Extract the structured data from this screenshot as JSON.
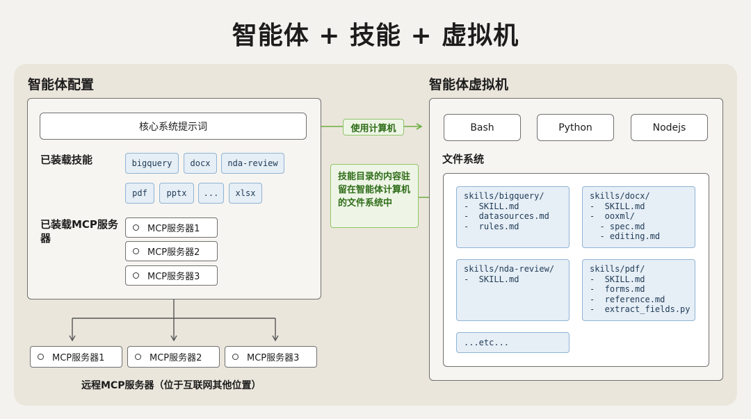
{
  "title": "智能体 + 技能 + 虚拟机",
  "agent_config": {
    "heading": "智能体配置",
    "system_prompt": "核心系统提示词",
    "skills_label": "已装载技能",
    "skills": [
      "bigquery",
      "docx",
      "nda-review",
      "pdf",
      "pptx",
      "...",
      "xlsx"
    ],
    "mcp_label": "已装载MCP服务器",
    "mcp_servers": [
      "MCP服务器1",
      "MCP服务器2",
      "MCP服务器3"
    ]
  },
  "remote": {
    "servers": [
      "MCP服务器1",
      "MCP服务器2",
      "MCP服务器3"
    ],
    "caption": "远程MCP服务器（位于互联网其他位置）"
  },
  "arrows": {
    "use_computer": "使用计算机",
    "skills_dir_note": "技能目录的内容驻留在智能体计算机的文件系统中"
  },
  "vm": {
    "heading": "智能体虚拟机",
    "runtimes": [
      "Bash",
      "Python",
      "Nodejs"
    ],
    "fs_label": "文件系统",
    "folders": [
      {
        "path": "skills/bigquery/",
        "files": [
          "-  SKILL.md",
          "-  datasources.md",
          "-  rules.md"
        ]
      },
      {
        "path": "skills/docx/",
        "files": [
          "-  SKILL.md",
          "-  ooxml/",
          "  - spec.md",
          "  - editing.md"
        ]
      },
      {
        "path": "skills/nda-review/",
        "files": [
          "-  SKILL.md"
        ]
      },
      {
        "path": "skills/pdf/",
        "files": [
          "-  SKILL.md",
          "-  forms.md",
          "-  reference.md",
          "-  extract_fields.py"
        ]
      }
    ],
    "etc": "...etc..."
  },
  "colors": {
    "background": "#f4f2ee",
    "panel": "#ebe6dc",
    "chip_fill": "#e6eef6",
    "chip_border": "#8eb4d4",
    "green_border": "#8fc46a",
    "green_text": "#2f6d19"
  }
}
